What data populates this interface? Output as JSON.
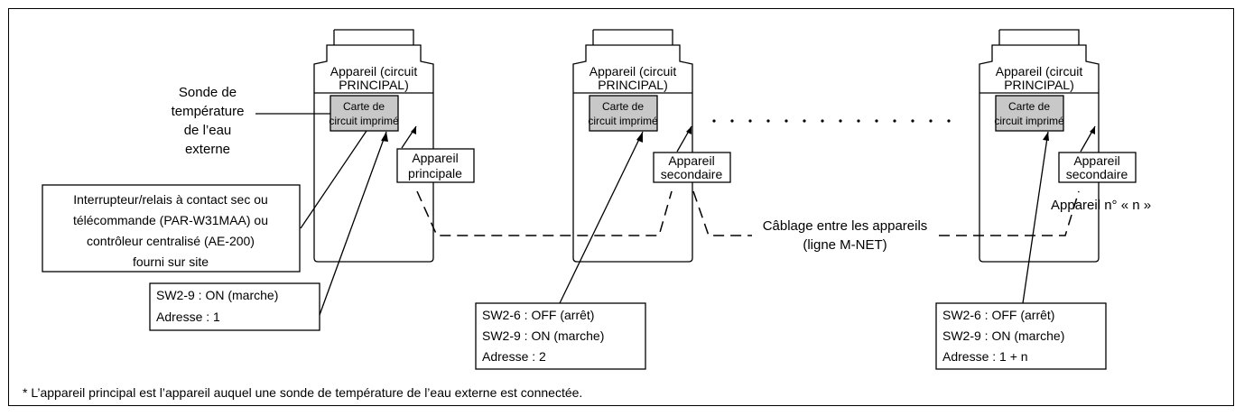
{
  "diagram": {
    "units": [
      {
        "unit_label": "Appareil (circuit",
        "unit_label_2": "PRINCIPAL)",
        "pcb_label": "Carte de",
        "pcb_label_2": "circuit imprimé",
        "role_label": "Appareil",
        "role_label_2": "principale"
      },
      {
        "unit_label": "Appareil (circuit",
        "unit_label_2": "PRINCIPAL)",
        "pcb_label": "Carte de",
        "pcb_label_2": "circuit imprimé",
        "role_label": "Appareil",
        "role_label_2": "secondaire"
      },
      {
        "unit_label": "Appareil (circuit",
        "unit_label_2": "PRINCIPAL)",
        "pcb_label": "Carte de",
        "pcb_label_2": "circuit imprimé",
        "role_label": "Appareil",
        "role_label_2": "secondaire"
      }
    ],
    "sensor_label": [
      "Sonde de",
      "température",
      "de l’eau",
      "externe"
    ],
    "switch_box": [
      "Interrupteur/relais à contact sec ou",
      "télécommande (PAR-W31MAA) ou",
      "contrôleur centralisé (AE-200)",
      "fourni sur site"
    ],
    "settings": [
      [
        "SW2-9 : ON (marche)",
        "Adresse : 1"
      ],
      [
        "SW2-6 : OFF (arrêt)",
        "SW2-9 : ON (marche)",
        "Adresse : 2"
      ],
      [
        "SW2-6 : OFF (arrêt)",
        "SW2-9 : ON (marche)",
        "Adresse : 1 + n"
      ]
    ],
    "nth_unit_label": "Appareil n° « n »",
    "wiring_label": [
      "Câblage entre les appareils",
      "(ligne M-NET)"
    ],
    "footnote": "* L’appareil principal est l’appareil auquel une sonde de température de l’eau externe est connectée.",
    "colors": {
      "pcb_fill": "#c8c8c8",
      "line": "#000000"
    }
  }
}
